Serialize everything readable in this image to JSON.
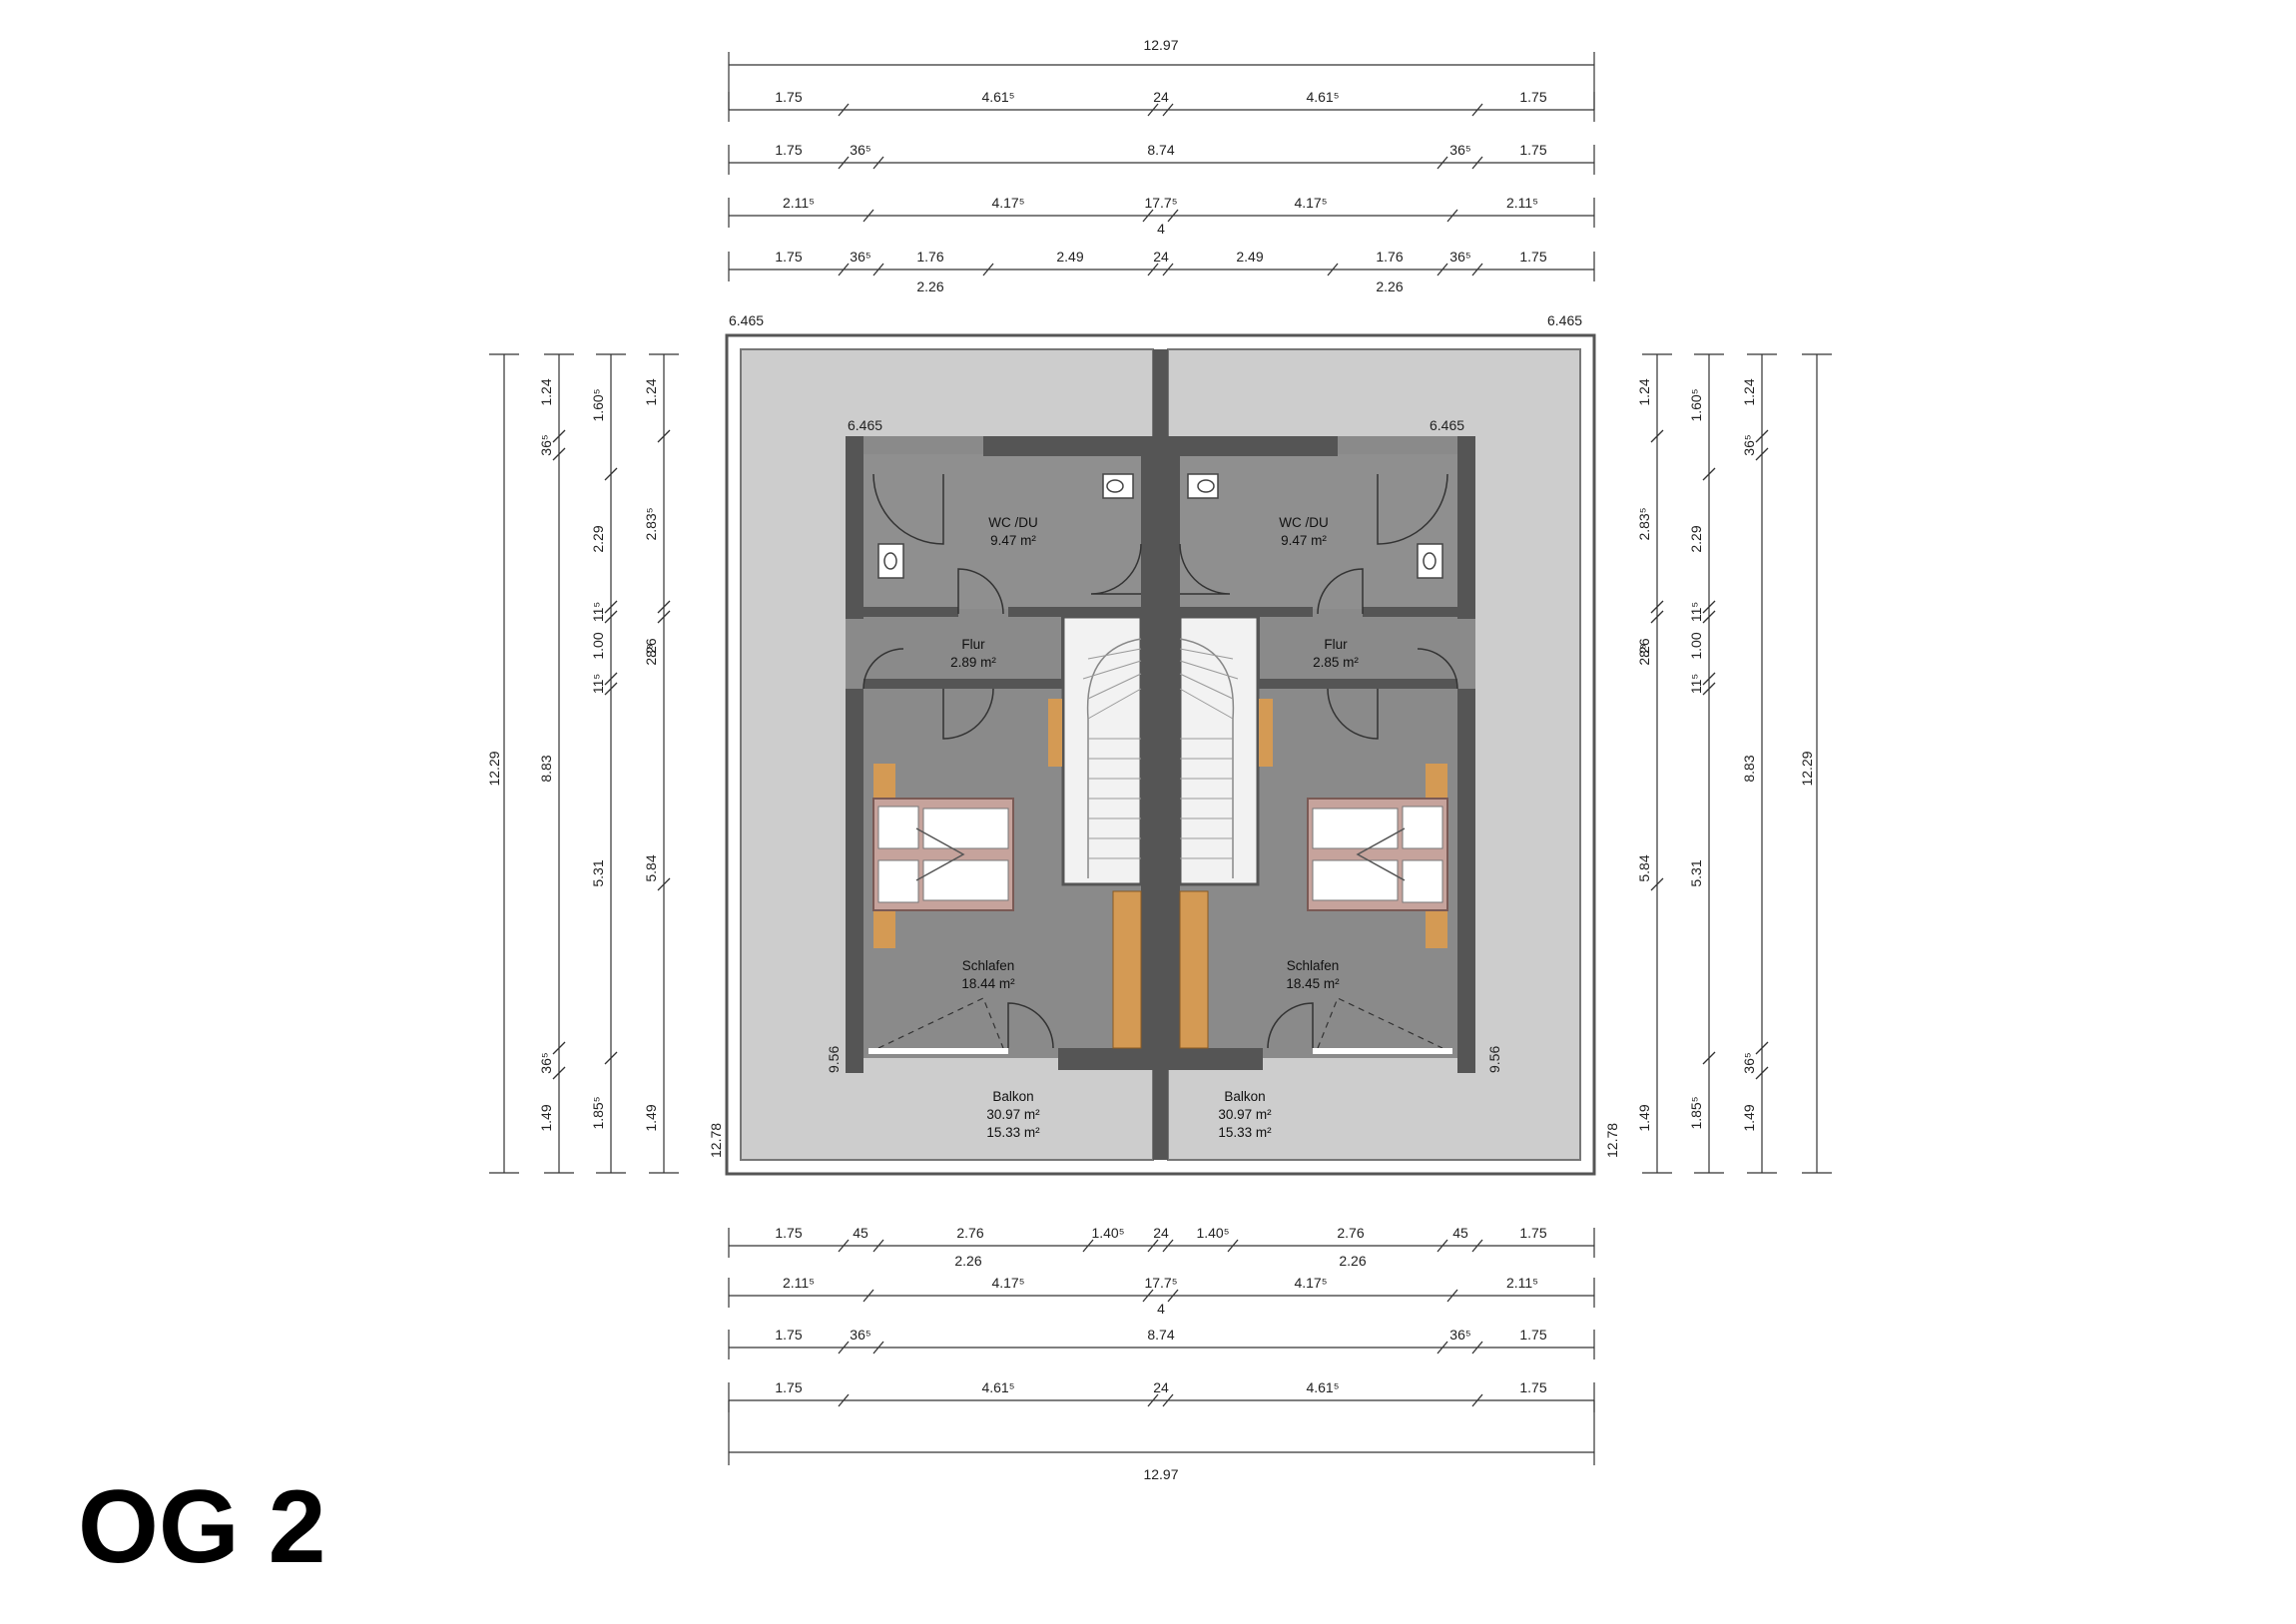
{
  "floor_label": "OG 2",
  "colors": {
    "terrace": "#cdcdcd",
    "interior": "#8a8a8a",
    "wall": "#585858",
    "bed_frame": "#c6a39c",
    "wood": "#d49a54",
    "stair": "#f2f2f2"
  },
  "top_dimensions": {
    "total": "12.97",
    "row1": [
      "1.75",
      "4.61⁵",
      "24",
      "4.61⁵",
      "1.75"
    ],
    "row2": [
      "1.75",
      "36⁵",
      "8.74",
      "36⁵",
      "1.75"
    ],
    "row3": [
      "2.11⁵",
      "4.17⁵",
      "17.7⁵",
      "4.17⁵",
      "2.11⁵"
    ],
    "row3_sub": "4",
    "row4": [
      "1.75",
      "36⁵",
      "1.76",
      "2.49",
      "24",
      "2.49",
      "1.76",
      "36⁵",
      "1.75"
    ],
    "row4_sub": [
      "2.26",
      "2.26"
    ]
  },
  "bottom_dimensions": {
    "total": "12.97",
    "row1": [
      "1.75",
      "45",
      "2.76",
      "1.40⁵",
      "24",
      "1.40⁵",
      "2.76",
      "45",
      "1.75"
    ],
    "row1_sub": [
      "2.26",
      "2.26"
    ],
    "row2": [
      "2.11⁵",
      "4.17⁵",
      "17.7⁵",
      "4.17⁵",
      "2.11⁵"
    ],
    "row2_sub": "4",
    "row3": [
      "1.75",
      "36⁵",
      "8.74",
      "36⁵",
      "1.75"
    ],
    "row4": [
      "1.75",
      "4.61⁵",
      "24",
      "4.61⁵",
      "1.75"
    ]
  },
  "left_dimensions": {
    "total": "12.29",
    "col2": [
      "1.24",
      "36⁵",
      "8.83",
      "36⁵",
      "1.49"
    ],
    "col3": [
      "1.60⁵",
      "2.29",
      "11⁵",
      "1.00",
      "11⁵",
      "5.31",
      "1.85⁵"
    ],
    "col4": [
      "1.24",
      "2.83⁵",
      "8⁸",
      "2.26",
      "5.84",
      "1.49"
    ]
  },
  "right_dimensions": {
    "total": "12.29",
    "col1": [
      "1.24",
      "2.83⁵",
      "8⁸",
      "2.26",
      "5.84",
      "1.49"
    ],
    "col2": [
      "1.60⁵",
      "2.29",
      "11⁵",
      "1.00",
      "11⁵",
      "5.31",
      "1.85⁵"
    ],
    "col3": [
      "1.24",
      "36⁵",
      "8.83",
      "36⁵",
      "1.49"
    ]
  },
  "elevations": {
    "outer_left": "6.465",
    "outer_right": "6.465",
    "inner_left": "6.465",
    "inner_right": "6.465",
    "side_left": "12.78",
    "side_right": "12.78",
    "wall_left": "9.56",
    "wall_right": "9.56"
  },
  "rooms": {
    "left": {
      "wc_name": "WC /DU",
      "wc_area": "9.47 m²",
      "flur_name": "Flur",
      "flur_area": "2.89 m²",
      "schlafen_name": "Schlafen",
      "schlafen_area": "18.44 m²",
      "balkon_name": "Balkon",
      "balkon_area1": "30.97 m²",
      "balkon_area2": "15.33 m²"
    },
    "right": {
      "wc_name": "WC /DU",
      "wc_area": "9.47 m²",
      "flur_name": "Flur",
      "flur_area": "2.85 m²",
      "schlafen_name": "Schlafen",
      "schlafen_area": "18.45 m²",
      "balkon_name": "Balkon",
      "balkon_area1": "30.97 m²",
      "balkon_area2": "15.33 m²"
    }
  }
}
